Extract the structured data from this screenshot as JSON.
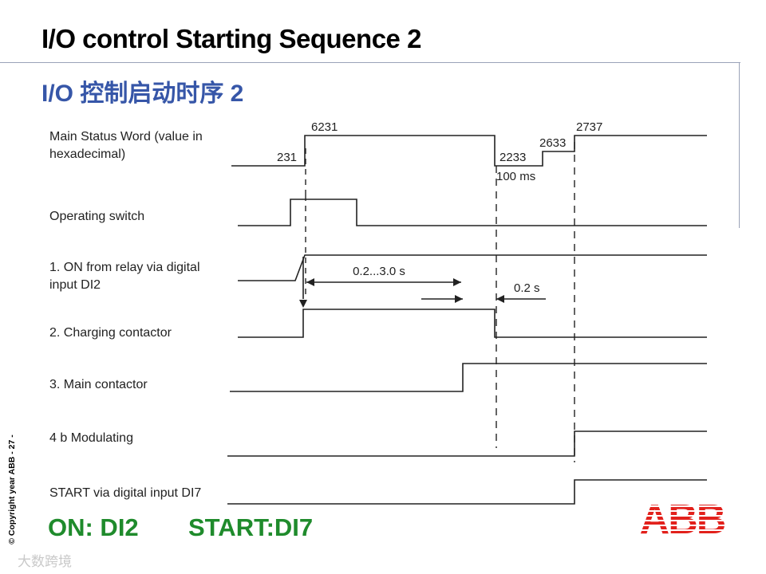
{
  "title": "I/O control Starting Sequence 2",
  "subtitle": "I/O 控制启动时序 2",
  "footer": {
    "on": "ON: DI2",
    "start": "START:DI7"
  },
  "copyright": "© Copyright year ABB - 27 -",
  "watermark": "大数跨境",
  "logo_text": "ABB",
  "colors": {
    "subtitle": "#3656a8",
    "footer": "#1f8b2c",
    "logo": "#e2211c",
    "signal": "#222222"
  },
  "chart_data": {
    "type": "timing-diagram",
    "signals": [
      {
        "name": "Main Status Word (value in hexadecimal)",
        "label_lines": [
          "Main Status Word (value in",
          "hexadecimal)"
        ],
        "values": [
          "231",
          "6231",
          "2233",
          "2633",
          "2737"
        ]
      },
      {
        "name": "Operating switch",
        "label_lines": [
          "Operating switch"
        ],
        "states": [
          "low",
          "high",
          "low"
        ]
      },
      {
        "name": "1. ON from relay via digital input DI2",
        "label_lines": [
          "1. ON from relay via digital",
          "input DI2"
        ],
        "states": [
          "low",
          "high"
        ]
      },
      {
        "name": "2. Charging contactor",
        "label_lines": [
          "2. Charging contactor"
        ],
        "states": [
          "low",
          "high",
          "low"
        ]
      },
      {
        "name": "3. Main contactor",
        "label_lines": [
          "3. Main contactor"
        ],
        "states": [
          "low",
          "high"
        ]
      },
      {
        "name": "4 b Modulating",
        "label_lines": [
          "4 b Modulating"
        ],
        "states": [
          "low",
          "high"
        ]
      },
      {
        "name": "START via digital input DI7",
        "label_lines": [
          "START via digital input DI7"
        ],
        "states": [
          "low",
          "high"
        ]
      }
    ],
    "annotations": {
      "charging_delay": "0.2...3.0 s",
      "overlap": "0.2 s",
      "status_delay": "100 ms"
    }
  }
}
